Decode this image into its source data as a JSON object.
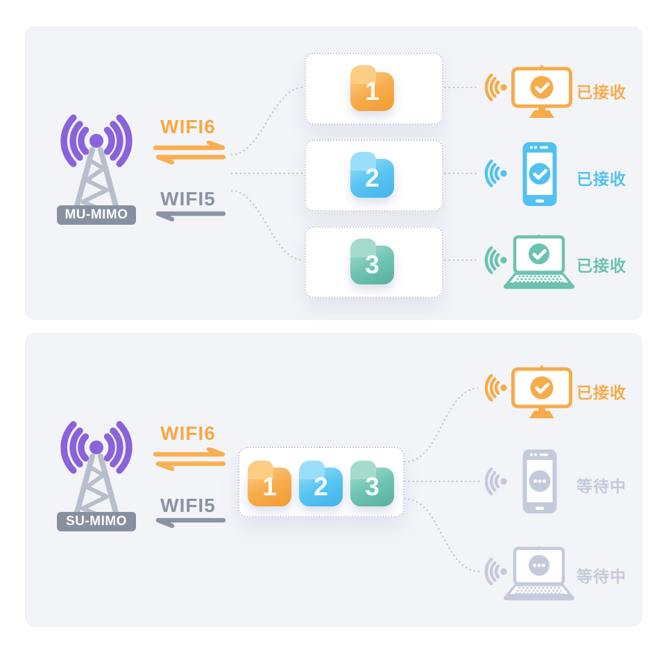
{
  "panels": [
    {
      "mode_label": "MU-MIMO",
      "wifi6_label": "WIFI6",
      "wifi5_label": "WIFI5",
      "packets": [
        "1",
        "2",
        "3"
      ],
      "devices": [
        {
          "device": "desktop",
          "status": "已接收"
        },
        {
          "device": "phone",
          "status": "已接收"
        },
        {
          "device": "laptop",
          "status": "已接收"
        }
      ]
    },
    {
      "mode_label": "SU-MIMO",
      "wifi6_label": "WIFI6",
      "wifi5_label": "WIFI5",
      "packets": [
        "1",
        "2",
        "3"
      ],
      "devices": [
        {
          "device": "desktop",
          "status": "已接收"
        },
        {
          "device": "phone",
          "status": "等待中"
        },
        {
          "device": "laptop",
          "status": "等待中"
        }
      ]
    }
  ],
  "colors": {
    "packet1_orange": "#F7AC4B",
    "packet2_blue": "#58C4F2",
    "packet3_teal": "#6EC4B1",
    "antenna_purple": "#8A62DA",
    "tower_gray": "#B8BECB",
    "badge_gray": "#87909F",
    "wifi6_orange": "#F7A843",
    "wifi5_gray": "#8A92A3",
    "waiting_gray": "#C4CADA",
    "panel_bg": "#F3F4F8"
  }
}
